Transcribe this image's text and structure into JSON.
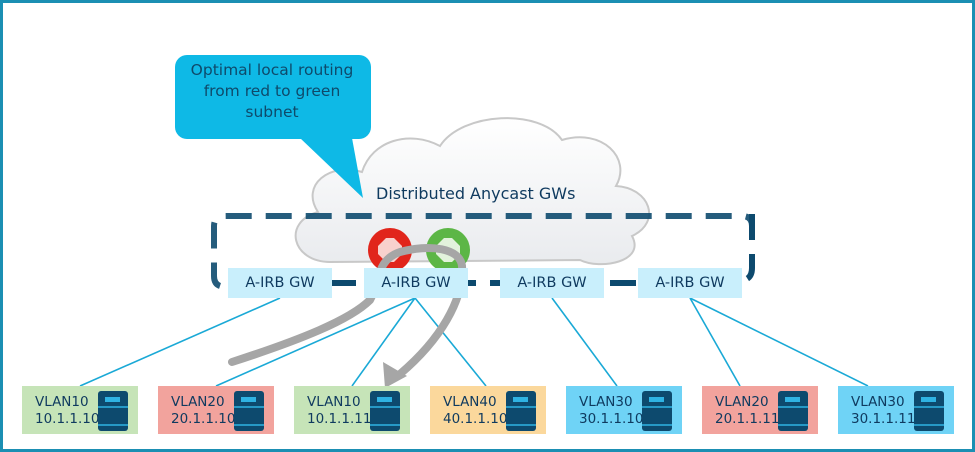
{
  "callout": {
    "lines": [
      "Optimal local routing",
      "from red to green",
      "subnet"
    ],
    "color": "#0eb9e6"
  },
  "cloud": {
    "label": "Distributed Anycast GWs"
  },
  "routers": [
    {
      "name": "red-router",
      "color": "#e1251b"
    },
    {
      "name": "green-router",
      "color": "#5cb646"
    }
  ],
  "gateways": [
    {
      "label": "A-IRB GW"
    },
    {
      "label": "A-IRB GW"
    },
    {
      "label": "A-IRB GW"
    },
    {
      "label": "A-IRB GW"
    }
  ],
  "hosts": [
    {
      "vlan": "VLAN10",
      "ip": "10.1.1.10",
      "color": "#c6e4b8",
      "gateway": 1
    },
    {
      "vlan": "VLAN20",
      "ip": "20.1.1.10",
      "color": "#f2a39d",
      "gateway": 2
    },
    {
      "vlan": "VLAN10",
      "ip": "10.1.1.11",
      "color": "#c6e4b8",
      "gateway": 2
    },
    {
      "vlan": "VLAN40",
      "ip": "40.1.1.10",
      "color": "#fbd89c",
      "gateway": 2
    },
    {
      "vlan": "VLAN30",
      "ip": "30.1.1.10",
      "color": "#6fd3f6",
      "gateway": 3
    },
    {
      "vlan": "VLAN20",
      "ip": "20.1.1.11",
      "color": "#f2a39d",
      "gateway": 4
    },
    {
      "vlan": "VLAN30",
      "ip": "30.1.1.11",
      "color": "#6fd3f6",
      "gateway": 4
    }
  ],
  "colors": {
    "frame": "#1b8fb3",
    "link": "#1aa9d6",
    "dashed_boundary": "#0d4a6e",
    "path_arrow": "#a6a6a6",
    "server": "#0d4a6e",
    "server_accent": "#2fb3e3"
  }
}
